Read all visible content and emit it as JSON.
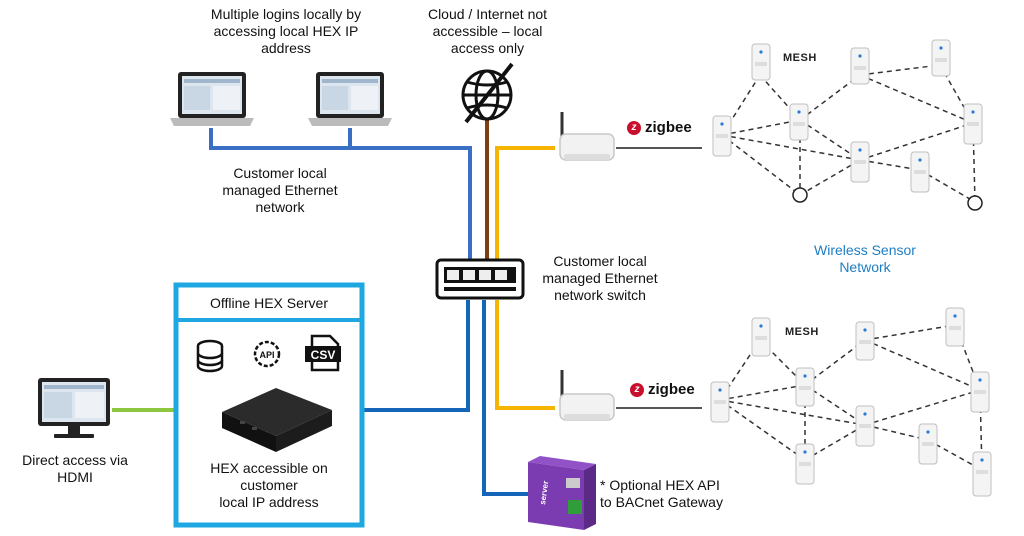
{
  "labels": {
    "laptops_caption": "Multiple logins locally by accessing local HEX IP address",
    "laptops_caption_lines": [
      "Multiple logins locally by",
      "accessing local HEX IP",
      "address"
    ],
    "cloud_caption_lines": [
      "Cloud / Internet not",
      "accessible – local",
      "access only"
    ],
    "ethernet_network_lines": [
      "Customer local",
      "managed Ethernet",
      "network"
    ],
    "switch_caption_lines": [
      "Customer local",
      "managed Ethernet",
      "network switch"
    ],
    "wireless_lines": [
      "Wireless Sensor",
      "Network"
    ],
    "server_title": "Offline HEX Server",
    "server_caption_lines": [
      "HEX accessible on",
      "customer",
      "local IP address"
    ],
    "hdmi_lines": [
      "Direct access via",
      "HDMI"
    ],
    "gateway_lines": [
      "* Optional HEX API",
      "to BACnet Gateway"
    ],
    "mesh_top": "MESH",
    "mesh_bottom": "MESH",
    "zigbee_top": "zigbee",
    "zigbee_bottom": "zigbee",
    "csv_icon_text": "CSV",
    "api_icon_text": "API",
    "gateway_device_text": "server"
  },
  "icons": {
    "laptops": "laptop-icon",
    "globe": "no-internet-globe-icon",
    "switch": "network-switch-icon",
    "database": "database-icon",
    "api": "api-gear-icon",
    "csv": "csv-file-icon",
    "server_box": "hex-server-box-icon",
    "monitor": "monitor-icon",
    "gateway": "bacnet-gateway-icon",
    "zigbee_hub": "zigbee-hub-icon",
    "sensor": "sensor-node-icon"
  },
  "colors": {
    "lan_blue": "#3a6fc4",
    "server_border": "#1ea7e1",
    "hdmi_green": "#8dc63f",
    "internet_brown": "#7b3f12",
    "zigbee_yellow": "#f5b400",
    "wireless_text": "#1f7ec2",
    "dark_blue_link": "#1565b8"
  }
}
